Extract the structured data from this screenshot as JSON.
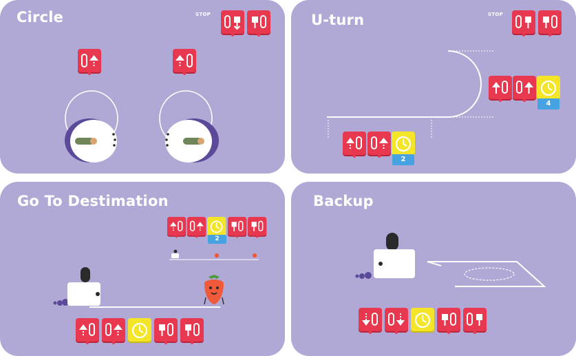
{
  "panels": {
    "circle": {
      "title": "Circle",
      "stop_label": "STOP"
    },
    "uturn": {
      "title": "U-turn",
      "stop_label": "STOP",
      "timer_value": "4",
      "bottom_timer_value": "2"
    },
    "destination": {
      "title": "Go To Destimation",
      "timer_value": "2"
    },
    "backup": {
      "title": "Backup"
    }
  },
  "colors": {
    "panel": "#b1a9d5",
    "card_red": "#e8384f",
    "card_yellow": "#f4e529",
    "badge_blue": "#46a2e0",
    "robot_white": "#ffffff",
    "robot_dark": "#2a2a2a",
    "strawberry": "#f05a3a"
  },
  "icons": {
    "stop_back": "stop-back-icon",
    "stop_forward": "stop-forward-icon",
    "turn_forward": "turn-forward-icon",
    "wait": "timer-icon",
    "back": "backward-icon"
  }
}
